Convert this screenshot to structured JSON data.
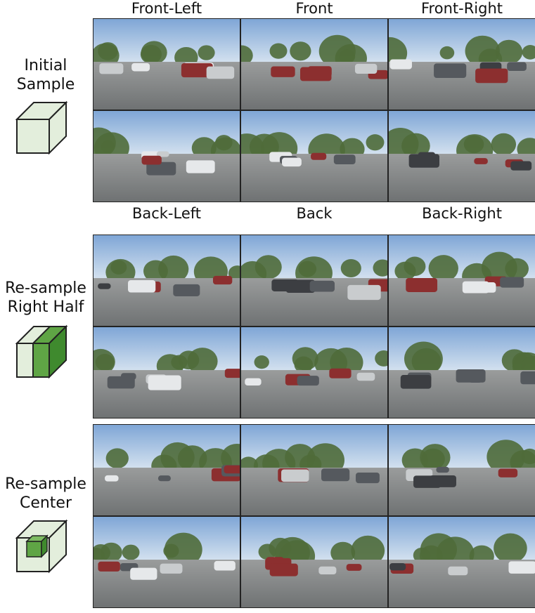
{
  "column_headers_top": [
    "Front-Left",
    "Front",
    "Front-Right"
  ],
  "column_headers_bottom": [
    "Back-Left",
    "Back",
    "Back-Right"
  ],
  "rows": [
    {
      "label_line1": "Initial",
      "label_line2": "Sample",
      "cube_icon": "cube-plain-icon"
    },
    {
      "label_line1": "Re-sample",
      "label_line2": "Right Half",
      "cube_icon": "cube-right-half-icon"
    },
    {
      "label_line1": "Re-sample",
      "label_line2": "Center",
      "cube_icon": "cube-center-icon"
    }
  ],
  "colors": {
    "cube_face": "#e3eedc",
    "cube_highlight": "#5fa545",
    "cube_highlight_dark": "#3f8a2e"
  }
}
